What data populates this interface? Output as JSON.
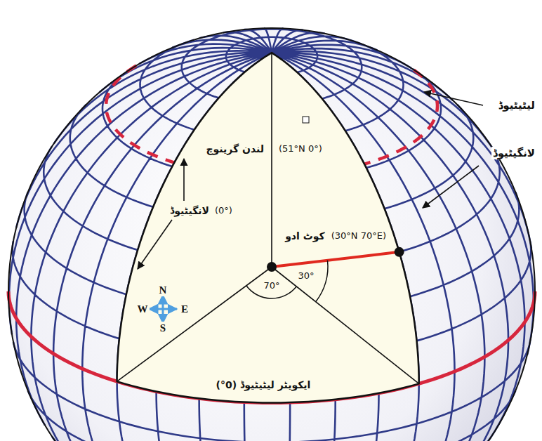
{
  "diagram": {
    "labels": [
      "لیٹیٹیوڈ",
      "لانگیٹیوڈ",
      "(51°N 0°)",
      "لندن گرینوچ",
      "(0°)",
      "لانگیٹیوڈ",
      "(30°N 70°E)",
      "کوٹ ادو",
      "70°",
      "30°",
      "N",
      "W",
      "E",
      "S",
      "ایکویٹر لیٹیٹیوڈ (0°)"
    ]
  }
}
